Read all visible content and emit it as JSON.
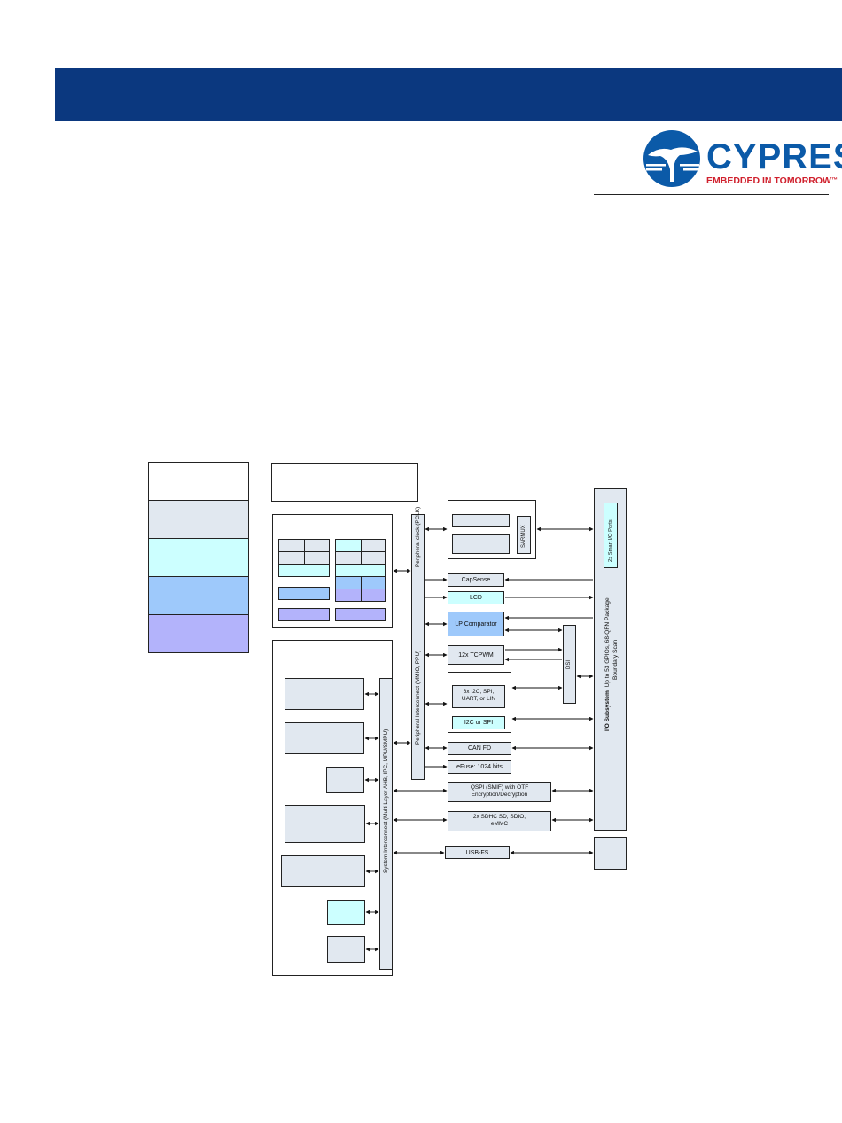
{
  "logo": {
    "word": "CYPRESS",
    "tagline": "EMBEDDED IN TOMORROW",
    "tm": "™"
  },
  "colors": {
    "header": "#0b387f",
    "grey": "#e1e8f0",
    "cyan": "#ccffff",
    "blue": "#9ec9fb",
    "violet": "#b3b3fb"
  },
  "diagram": {
    "buses": {
      "peripheral_clock": "Peripheral clock (PCLK)",
      "peripheral_interconnect": "Peripheral Interconnect (MMIO, PPU)",
      "system_interconnect": "System Interconnect (Multi Layer AHB, IPC, MPU/SMPU)"
    },
    "peripherals": {
      "sarmux": "SARMUX",
      "capsense": "CapSense",
      "lcd": "LCD",
      "lp_comparator": "LP Comparator",
      "tcpwm": "12x TCPWM",
      "dsi": "DSI",
      "scb": "6x I2C, SPI, UART, or LIN",
      "i2c_spi": "I2C or SPI",
      "can_fd": "CAN FD",
      "efuse": "eFuse: 1024 bits",
      "qspi": "QSPI (SMIF) with OTF Encryption/Decryption",
      "sdhc": "2x SDHC SD, SDIO, eMMC",
      "usb": "USB-FS"
    },
    "io": {
      "smart_io": "2x Smart I/O Ports",
      "subsystem_bold": "I/O Subsystem",
      "subsystem_rest": ": Up to 53 GPIOs, 68-QFN Package",
      "boundary_scan": "Boundary Scan"
    }
  }
}
